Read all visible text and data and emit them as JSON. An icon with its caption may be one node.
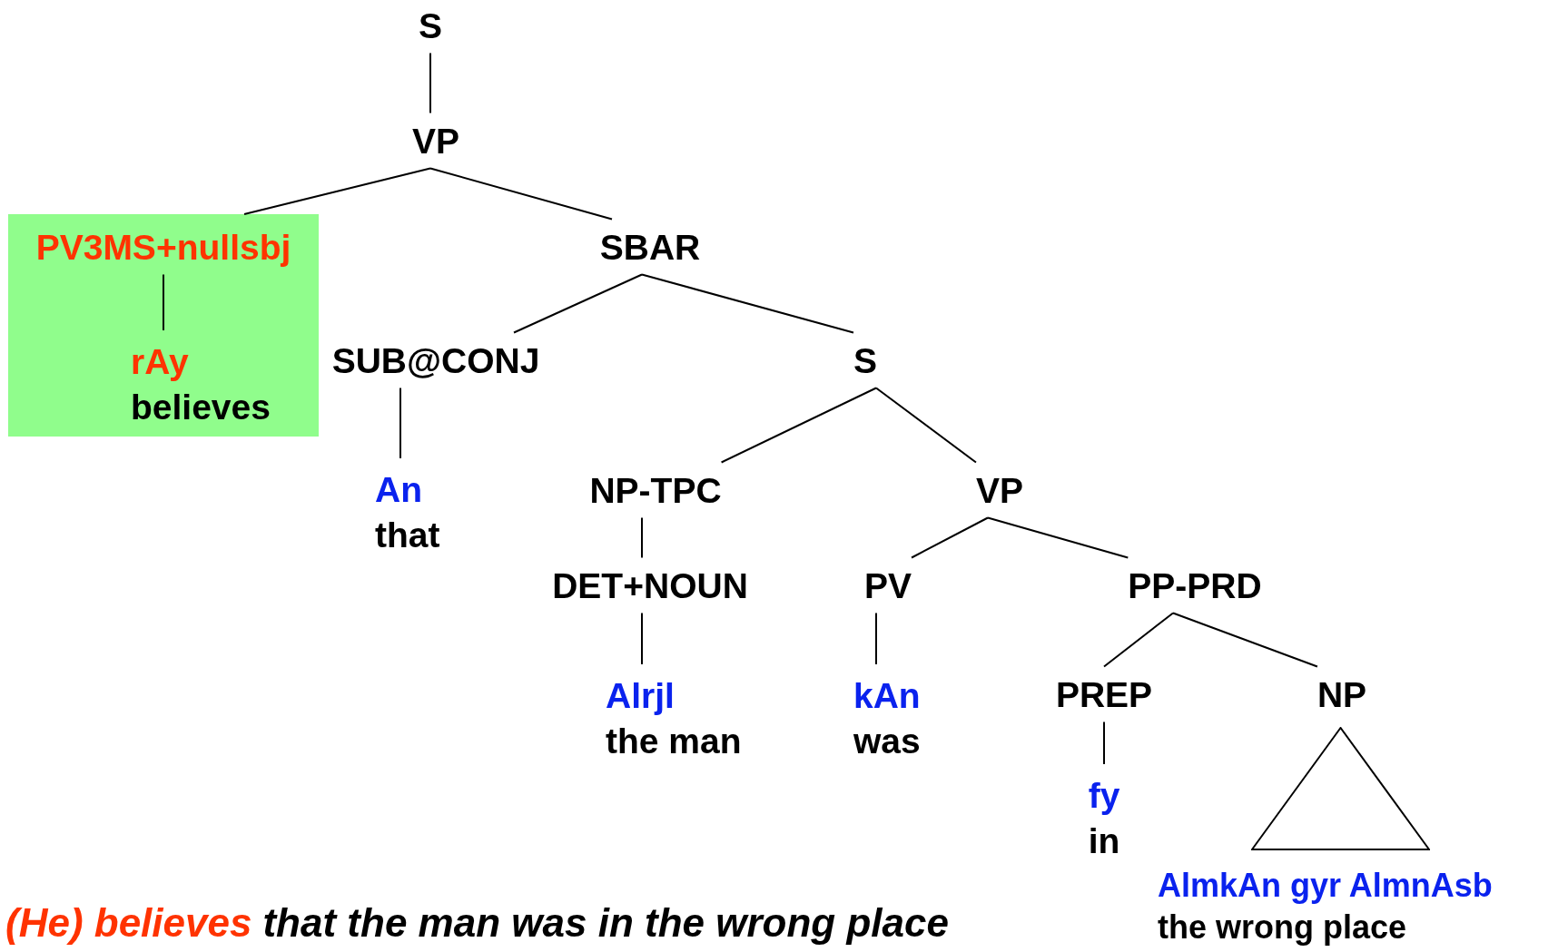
{
  "diagram": {
    "nodes": [
      {
        "text": [
          "S"
        ]
      },
      {
        "text": [
          "VP"
        ]
      },
      {
        "text": [],
        "shape": "box"
      },
      {
        "text": [
          "PV3MS+nullsbj"
        ],
        "in": 2
      },
      {
        "text": [
          "rAy",
          "believes"
        ],
        "in": 2
      },
      {
        "text": [
          "SBAR"
        ]
      },
      {
        "text": [
          "SUB@CONJ"
        ]
      },
      {
        "text": [
          "S"
        ]
      },
      {
        "text": [
          "An",
          "that"
        ]
      },
      {
        "text": [
          "NP-TPC"
        ]
      },
      {
        "text": [
          "VP"
        ]
      },
      {
        "text": [
          "DET+NOUN"
        ]
      },
      {
        "text": [
          "PV"
        ]
      },
      {
        "text": [
          "PP-PRD"
        ]
      },
      {
        "text": [
          "Alrjl",
          "the man"
        ]
      },
      {
        "text": [
          "kAn",
          "was"
        ]
      },
      {
        "text": [
          "PREP"
        ]
      },
      {
        "text": [
          "NP"
        ]
      },
      {
        "text": [
          "fy",
          "in"
        ]
      },
      {
        "text": [],
        "shape": "triangle",
        "beside": [
          "AlmkAn gyr AlmnAsb",
          "the wrong place"
        ]
      }
    ],
    "edges": [
      {
        "from": 0,
        "to": 1,
        "arrow": "none"
      },
      {
        "from": 1,
        "to": 2,
        "arrow": "none"
      },
      {
        "from": 1,
        "to": 5,
        "arrow": "none"
      },
      {
        "from": 3,
        "to": 4,
        "arrow": "none"
      },
      {
        "from": 5,
        "to": 6,
        "arrow": "none"
      },
      {
        "from": 5,
        "to": 7,
        "arrow": "none"
      },
      {
        "from": 6,
        "to": 8,
        "arrow": "none"
      },
      {
        "from": 7,
        "to": 9,
        "arrow": "none"
      },
      {
        "from": 7,
        "to": 10,
        "arrow": "none"
      },
      {
        "from": 9,
        "to": 11,
        "arrow": "none"
      },
      {
        "from": 10,
        "to": 12,
        "arrow": "none"
      },
      {
        "from": 10,
        "to": 13,
        "arrow": "none"
      },
      {
        "from": 11,
        "to": 14,
        "arrow": "none"
      },
      {
        "from": 12,
        "to": 15,
        "arrow": "none"
      },
      {
        "from": 13,
        "to": 16,
        "arrow": "none"
      },
      {
        "from": 13,
        "to": 17,
        "arrow": "none"
      },
      {
        "from": 16,
        "to": 18,
        "arrow": "none"
      }
    ],
    "labels": [
      "(He) believes",
      "that the man was in the wrong place"
    ]
  }
}
